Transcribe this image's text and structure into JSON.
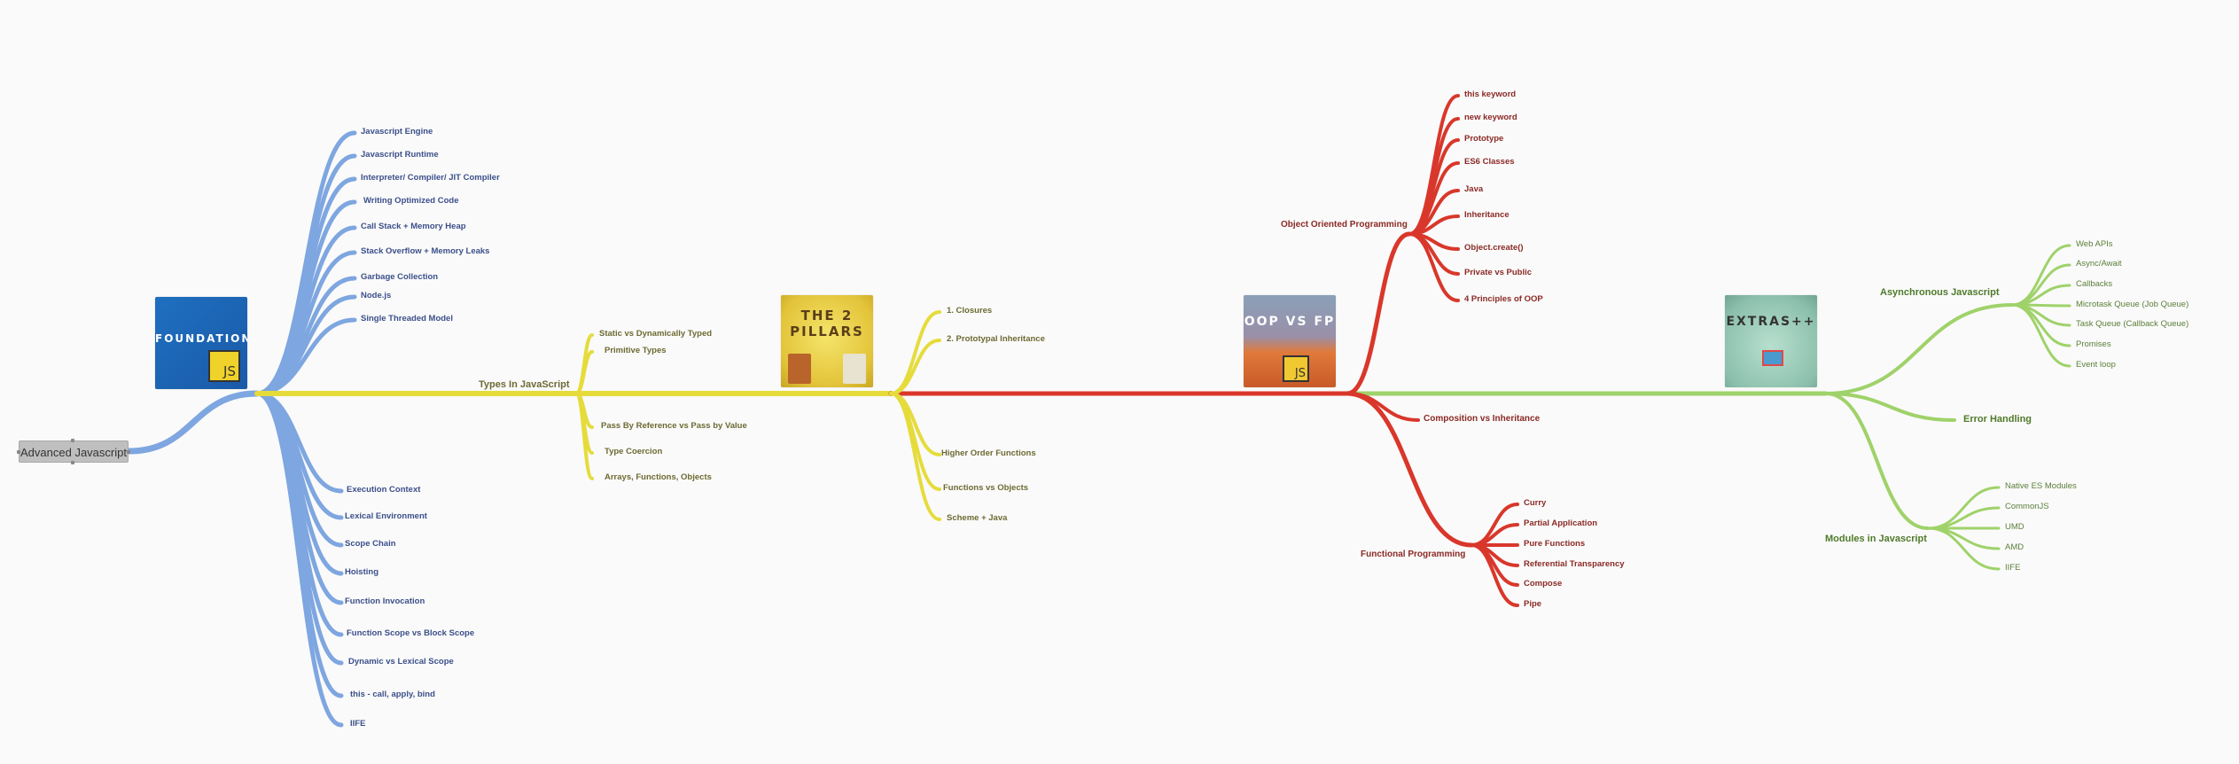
{
  "root": {
    "label": "Advanced Javascript"
  },
  "colors": {
    "foundation": "#7ea6e0",
    "types": "#e5dc3c",
    "oop_fp": "#d9372b",
    "extras": "#9fd26a"
  },
  "images": {
    "foundation": {
      "caption": "FOUNDATION",
      "badge": "JS"
    },
    "pillars": {
      "caption_line1": "THE 2",
      "caption_line2": "PILLARS"
    },
    "oopfp": {
      "caption": "OOP VS FP",
      "badge": "JS"
    },
    "extras": {
      "caption": "EXTRAS++"
    }
  },
  "foundation": {
    "upper": [
      "Javascript Engine",
      "Javascript Runtime",
      "Interpreter/ Compiler/ JIT Compiler",
      "Writing Optimized Code",
      "Call Stack + Memory Heap",
      "Stack Overflow + Memory Leaks",
      "Garbage Collection",
      "Node.js",
      "Single Threaded Model"
    ],
    "lower": [
      "Execution Context",
      "Lexical Environment",
      "Scope Chain",
      "Hoisting",
      "Function Invocation",
      "Function Scope vs Block Scope",
      "Dynamic vs Lexical Scope",
      "this - call, apply, bind",
      "IIFE"
    ]
  },
  "types": {
    "title": "Types In JavaScript",
    "items": [
      "Static vs Dynamically Typed",
      "Primitive Types",
      "Pass By Reference vs Pass by Value",
      "Type Coercion",
      "Arrays, Functions, Objects"
    ]
  },
  "pillars": {
    "items": [
      "1. Closures",
      "2. Prototypal Inheritance",
      "Higher Order Functions",
      "Functions vs Objects",
      "Scheme + Java"
    ]
  },
  "oop": {
    "title": "Object Oriented Programming",
    "items": [
      "this keyword",
      "new keyword",
      "Prototype",
      "ES6 Classes",
      "Java",
      "Inheritance",
      "Object.create()",
      "Private vs Public",
      "4 Principles of OOP"
    ]
  },
  "composition": {
    "title": "Composition vs Inheritance"
  },
  "fp": {
    "title": "Functional Programming",
    "items": [
      "Curry",
      "Partial Application",
      "Pure Functions",
      "Referential Transparency",
      "Compose",
      "Pipe"
    ]
  },
  "async": {
    "title": "Asynchronous Javascript",
    "items": [
      "Web APIs",
      "Async/Await",
      "Callbacks",
      "Microtask Queue (Job Queue)",
      "Task Queue (Callback Queue)",
      "Promises",
      "Event loop"
    ]
  },
  "errors": {
    "title": "Error Handling"
  },
  "modules": {
    "title": "Modules in Javascript",
    "items": [
      "Native ES Modules",
      "CommonJS",
      "UMD",
      "AMD",
      "IIFE"
    ]
  }
}
